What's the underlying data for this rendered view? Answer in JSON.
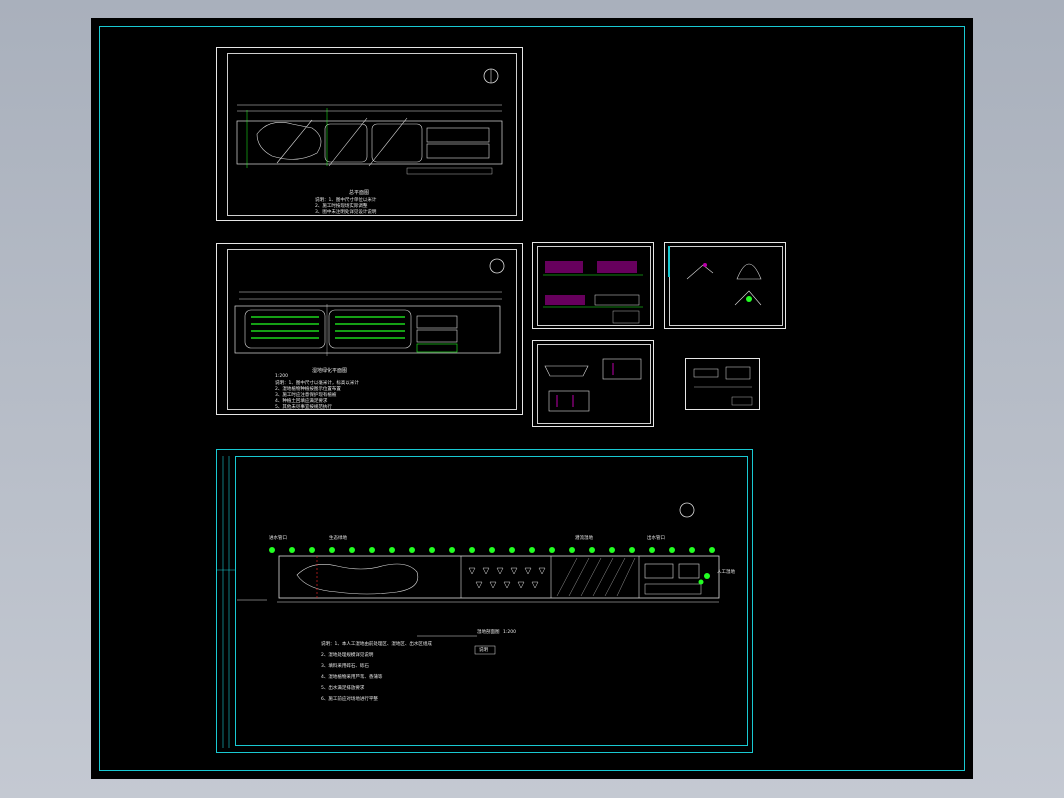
{
  "viewer": {
    "background": "#b4bac5",
    "canvas": "#000000",
    "frame_color": "#19c9d2"
  },
  "sheet1": {
    "title": "总平面图",
    "notes": [
      "说明：1、图中尺寸单位以米计",
      "2、施工时按现场实际调整",
      "3、图中未注明处详见设计说明"
    ]
  },
  "sheet2": {
    "title": "湿地绿化平面图",
    "scale": "1:200",
    "notes": [
      "说明：1、图中尺寸以毫米计，标高以米计",
      "2、湿地植物种植按图示位置布置",
      "3、施工时应注意保护现有植被",
      "4、种植土回填应满足要求",
      "5、其他未尽事宜按规范执行"
    ]
  },
  "sheet7": {
    "labels": [
      "进水管口",
      "生态绿地",
      "潜流湿地",
      "出水管口",
      "人工湿地"
    ],
    "plan_title": "湿地剖面图",
    "plan_scale": "1:200",
    "title_box": "说明",
    "notes": [
      "说明：1、本人工湿地由前处理区、湿地区、出水区组成",
      "2、湿地处理规模详见说明",
      "3、填料采用碎石、砾石",
      "4、湿地植物采用芦苇、香蒲等",
      "5、出水满足排放要求",
      "6、施工前应对场地进行平整"
    ]
  }
}
